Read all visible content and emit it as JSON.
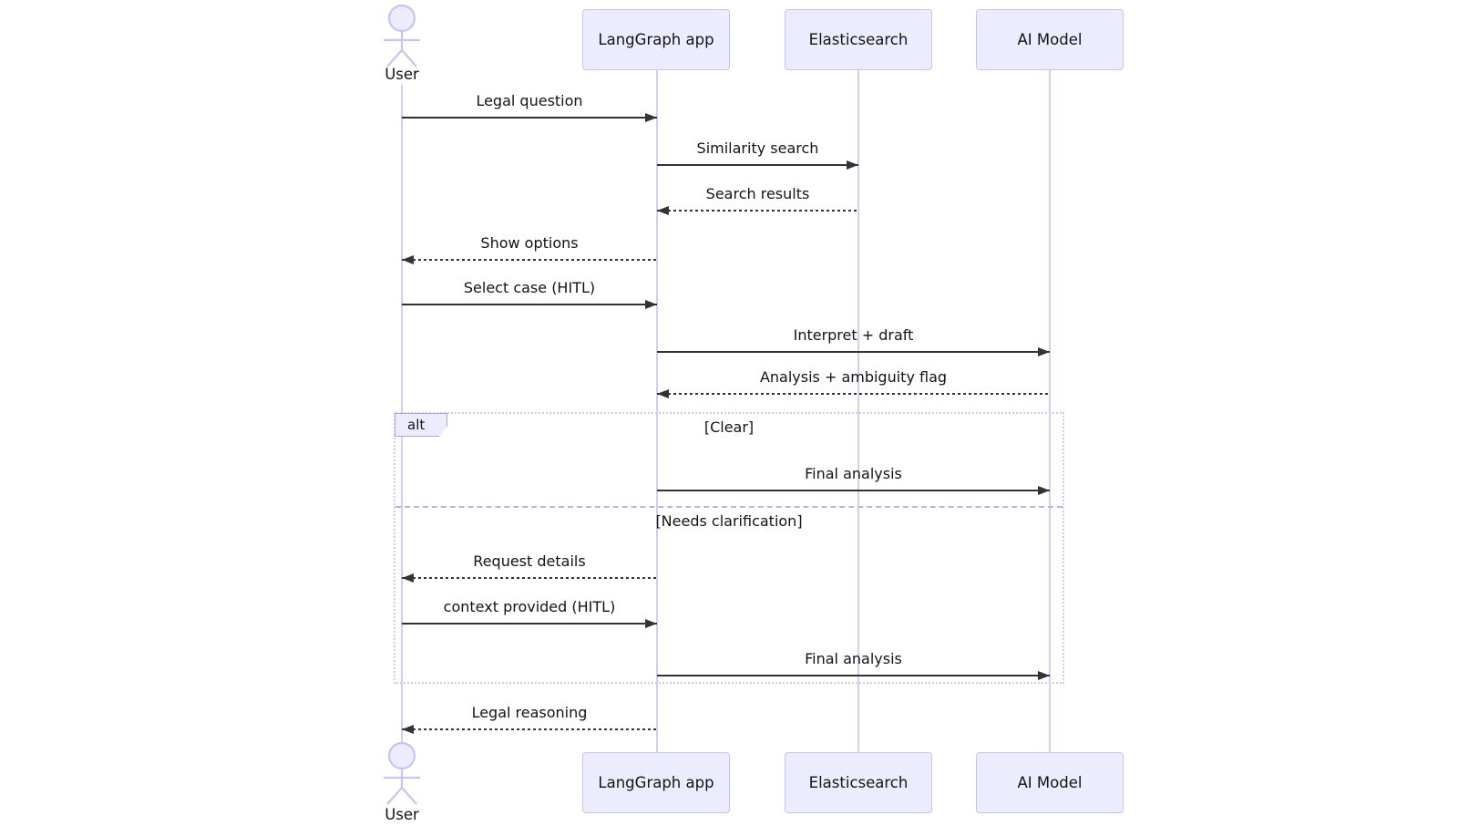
{
  "diagram": {
    "kind": "sequence-diagram",
    "participants": [
      {
        "label": "User",
        "type": "actor"
      },
      {
        "label": "LangGraph app",
        "type": "participant"
      },
      {
        "label": "Elasticsearch",
        "type": "participant"
      },
      {
        "label": "AI Model",
        "type": "participant"
      }
    ],
    "messages": [
      {
        "label": "Legal question",
        "from": "User",
        "to": "LangGraph app",
        "line": "solid"
      },
      {
        "label": "Similarity search",
        "from": "LangGraph app",
        "to": "Elasticsearch",
        "line": "solid"
      },
      {
        "label": "Search results",
        "from": "Elasticsearch",
        "to": "LangGraph app",
        "line": "dashed"
      },
      {
        "label": "Show options",
        "from": "LangGraph app",
        "to": "User",
        "line": "dashed"
      },
      {
        "label": "Select case (HITL)",
        "from": "User",
        "to": "LangGraph app",
        "line": "solid"
      },
      {
        "label": "Interpret + draft",
        "from": "LangGraph app",
        "to": "AI Model",
        "line": "solid"
      },
      {
        "label": "Analysis + ambiguity flag",
        "from": "AI Model",
        "to": "LangGraph app",
        "line": "dashed"
      },
      {
        "label": "Final analysis",
        "from": "LangGraph app",
        "to": "AI Model",
        "line": "solid"
      },
      {
        "label": "Request details",
        "from": "LangGraph app",
        "to": "User",
        "line": "dashed"
      },
      {
        "label": "context provided (HITL)",
        "from": "User",
        "to": "LangGraph app",
        "line": "solid"
      },
      {
        "label": "Final analysis",
        "from": "LangGraph app",
        "to": "AI Model",
        "line": "solid"
      },
      {
        "label": "Legal reasoning",
        "from": "LangGraph app",
        "to": "User",
        "line": "dashed"
      }
    ],
    "alt_block": {
      "operator": "alt",
      "conditions": [
        "[Clear]",
        "[Needs clarification]"
      ]
    },
    "colors": {
      "participant_fill": "#ECECFF",
      "participant_border": "#C7C2EF",
      "lifeline": "#D2CEF3",
      "arrow": "#333333",
      "frame_border": "#CFC9F2",
      "text": "#131313",
      "background": "#FFFFFF"
    }
  }
}
